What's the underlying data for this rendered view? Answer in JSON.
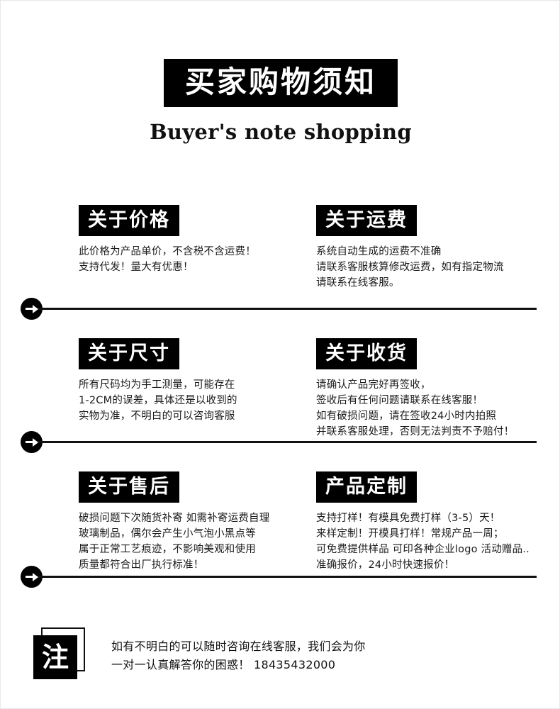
{
  "header": {
    "title_cn": "买家购物须知",
    "title_en": "Buyer's note shopping"
  },
  "sections": [
    {
      "badge": "关于价格",
      "body": "此价格为产品单价，不含税不含运费！\n支持代发！量大有优惠！"
    },
    {
      "badge": "关于运费",
      "body": "系统自动生成的运费不准确\n请联系客服核算修改运费，如有指定物流\n请联系在线客服。"
    },
    {
      "badge": "关于尺寸",
      "body": "所有尺码均为手工测量，可能存在\n1-2CM的误差，具体还是以收到的\n实物为准，不明白的可以咨询客服"
    },
    {
      "badge": "关于收货",
      "body": "请确认产品完好再签收，\n签收后有任何问题请联系在线客服！\n如有破损问题，请在签收24小时内拍照\n并联系客服处理，否则无法判责不予赔付！"
    },
    {
      "badge": "关于售后",
      "body": "破损问题下次随货补寄 如需补寄运费自理\n玻璃制品，偶尔会产生小气泡小黑点等\n属于正常工艺痕迹，不影响美观和使用\n质量都符合出厂执行标准！"
    },
    {
      "badge": "产品定制",
      "body": "支持打样！有模具免费打样（3-5）天！\n来样定制！开模具打样！常规产品一周；\n可免费提供样品 可印各种企业logo 活动赠品..\n准确报价，24小时快速报价！"
    }
  ],
  "footer": {
    "badge": "注",
    "text": "如有不明白的可以随时咨询在线客服，我们会为你\n一对一认真解答你的困惑！   18435432000"
  },
  "colors": {
    "background": "#ffffff",
    "ink": "#111111",
    "badge_bg": "#000000",
    "badge_text": "#ffffff"
  }
}
